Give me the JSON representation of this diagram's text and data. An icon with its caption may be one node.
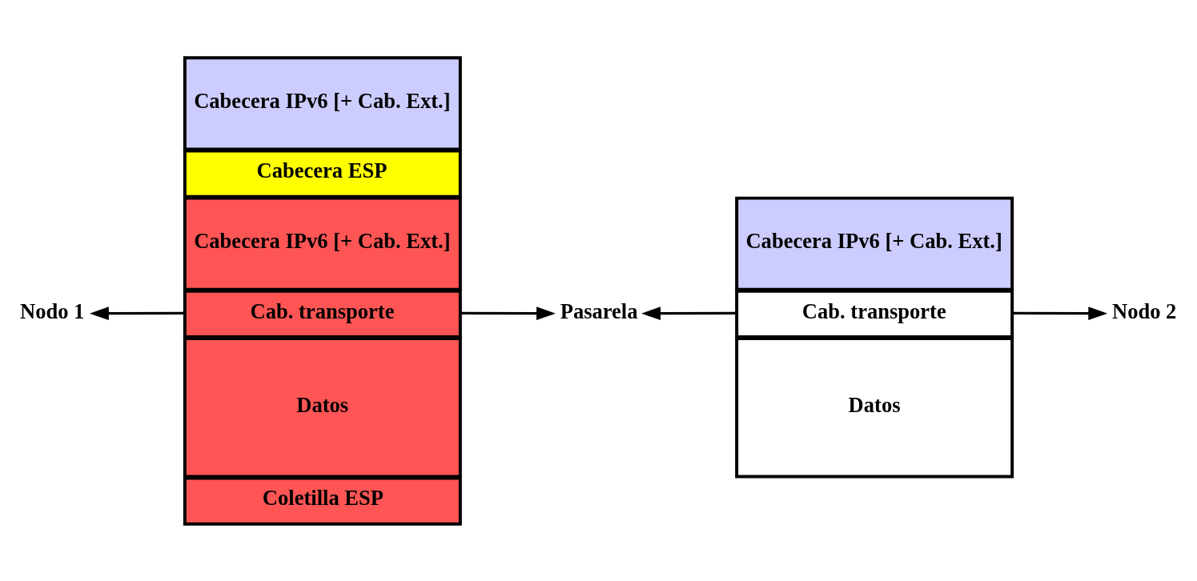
{
  "diagram": {
    "nodes": [
      {
        "text": [
          "Nodo 1"
        ]
      },
      {
        "text": [
          "Cabecera IPv6 [+ Cab. Ext.]"
        ]
      },
      {
        "text": [
          "Cabecera ESP"
        ]
      },
      {
        "text": [
          "Cabecera IPv6 [+ Cab. Ext.]"
        ]
      },
      {
        "text": [
          "Cab. transporte"
        ]
      },
      {
        "text": [
          "Datos"
        ]
      },
      {
        "text": [
          "Coletilla ESP"
        ]
      },
      {
        "text": [
          "Pasarela"
        ]
      },
      {
        "text": [
          "Cabecera IPv6 [+ Cab. Ext.]"
        ]
      },
      {
        "text": [
          "Cab. transporte"
        ]
      },
      {
        "text": [
          "Datos"
        ]
      },
      {
        "text": [
          "Nodo 2"
        ]
      }
    ],
    "edges": [
      {
        "from": 4,
        "to": 0,
        "arrow": "to"
      },
      {
        "from": 4,
        "to": 7,
        "arrow": "to"
      },
      {
        "from": 9,
        "to": 7,
        "arrow": "to"
      },
      {
        "from": 9,
        "to": 11,
        "arrow": "to"
      }
    ]
  }
}
